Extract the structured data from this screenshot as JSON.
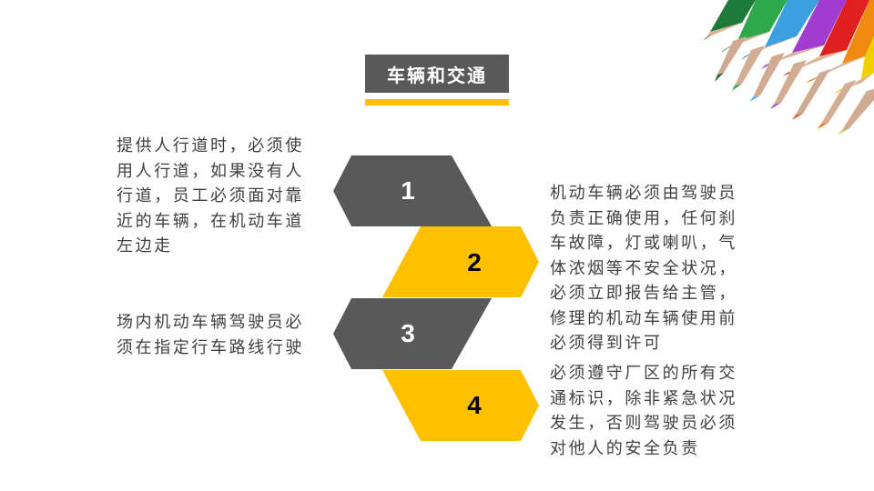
{
  "slide": {
    "title": "车辆和交通",
    "colors": {
      "dark": "#595959",
      "accent": "#ffc000",
      "text": "#404040",
      "background": "#ffffff"
    }
  },
  "steps": [
    {
      "number": "1",
      "color": "#595959",
      "text": "提供人行道时，必须使\n用人行道，如果没有人\n行道，员工必须面对靠\n近的车辆，在机动车道\n左边走"
    },
    {
      "number": "2",
      "color": "#ffc000",
      "text": "机动车辆必须由驾驶员\n负责正确使用，任何刹\n车故障，灯或喇叭，气\n体浓烟等不安全状况，\n必须立即报告给主管，\n修理的机动车辆使用前\n必须得到许可"
    },
    {
      "number": "3",
      "color": "#595959",
      "text": "场内机动车辆驾驶员必\n须在指定行车路线行驶"
    },
    {
      "number": "4",
      "color": "#ffc000",
      "text": "必须遵守厂区的所有交\n通标识，除非紧急状况\n发生，否则驾驶员必须\n对他人的安全负责"
    }
  ],
  "decoration": {
    "image": "colored-pencils",
    "pencil_colors": [
      "#1f7a3a",
      "#2ea84a",
      "#3aa0e0",
      "#a23bd0",
      "#e02020",
      "#f08a10",
      "#f2d000"
    ]
  }
}
